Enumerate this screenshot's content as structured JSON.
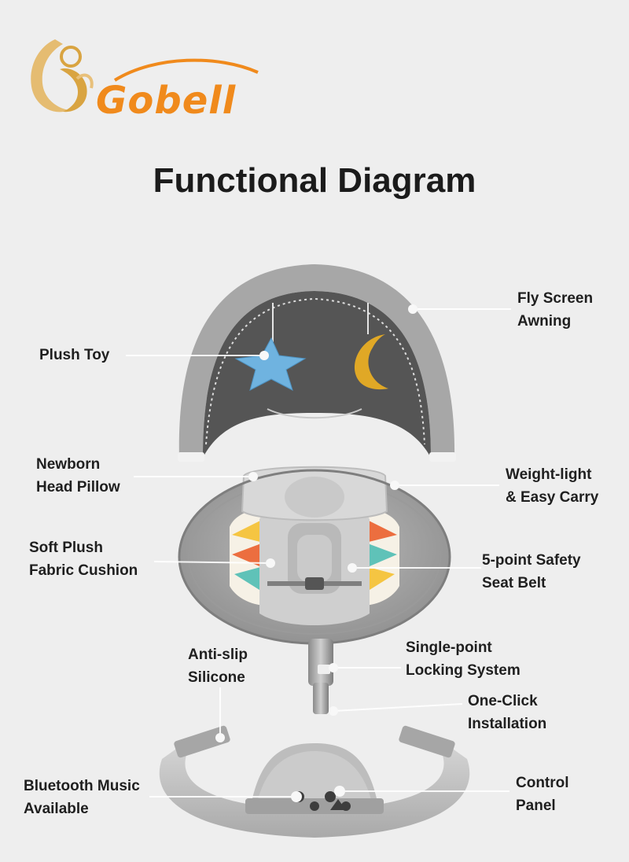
{
  "brand": {
    "name": "Gobell"
  },
  "title": "Functional Diagram",
  "labels": {
    "fly_screen": [
      "Fly Screen",
      "Awning"
    ],
    "plush_toy": [
      "Plush Toy"
    ],
    "head_pillow": [
      "Newborn",
      "Head Pillow"
    ],
    "weight_light": [
      "Weight-light",
      "& Easy Carry"
    ],
    "cushion": [
      "Soft Plush",
      "Fabric Cushion"
    ],
    "seat_belt": [
      "5-point Safety",
      "Seat Belt"
    ],
    "anti_slip": [
      "Anti-slip",
      "Silicone"
    ],
    "locking": [
      "Single-point",
      "Locking System"
    ],
    "installation": [
      "One-Click",
      "Installation"
    ],
    "bluetooth": [
      "Bluetooth Music",
      "Available"
    ],
    "control_panel": [
      "Control",
      "Panel"
    ]
  },
  "colors": {
    "brand_orange": "#f08a1c",
    "logo_gold": "#d9a441",
    "background": "#eeeeee"
  }
}
